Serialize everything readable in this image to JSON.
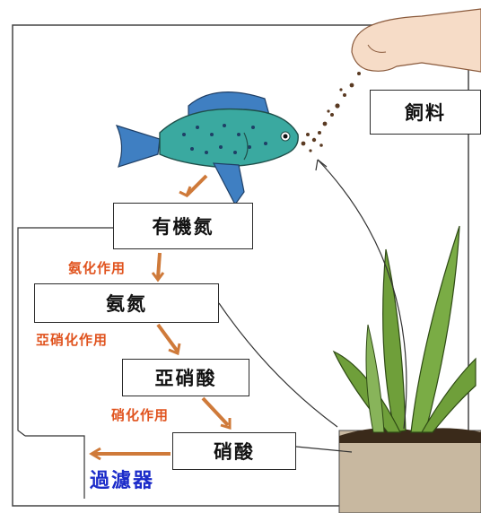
{
  "diagram": {
    "labels": {
      "feed": "飼料",
      "organic_nitrogen": "有機氮",
      "ammonia": "氨氮",
      "nitrite": "亞硝酸",
      "nitrate": "硝酸",
      "filter": "過濾器"
    },
    "processes": {
      "ammonification": "氨化作用",
      "nitritation": "亞硝化作用",
      "nitratation": "硝化作用"
    },
    "colors": {
      "process_text": "#e0531e",
      "filter_text": "#1b2bc9",
      "arrow": "#cf7a3a",
      "fish_body": "#3aa9a0",
      "fish_fin": "#3f7fc2",
      "plant": "#6f9f3a",
      "soil": "#c8b8a0"
    }
  }
}
